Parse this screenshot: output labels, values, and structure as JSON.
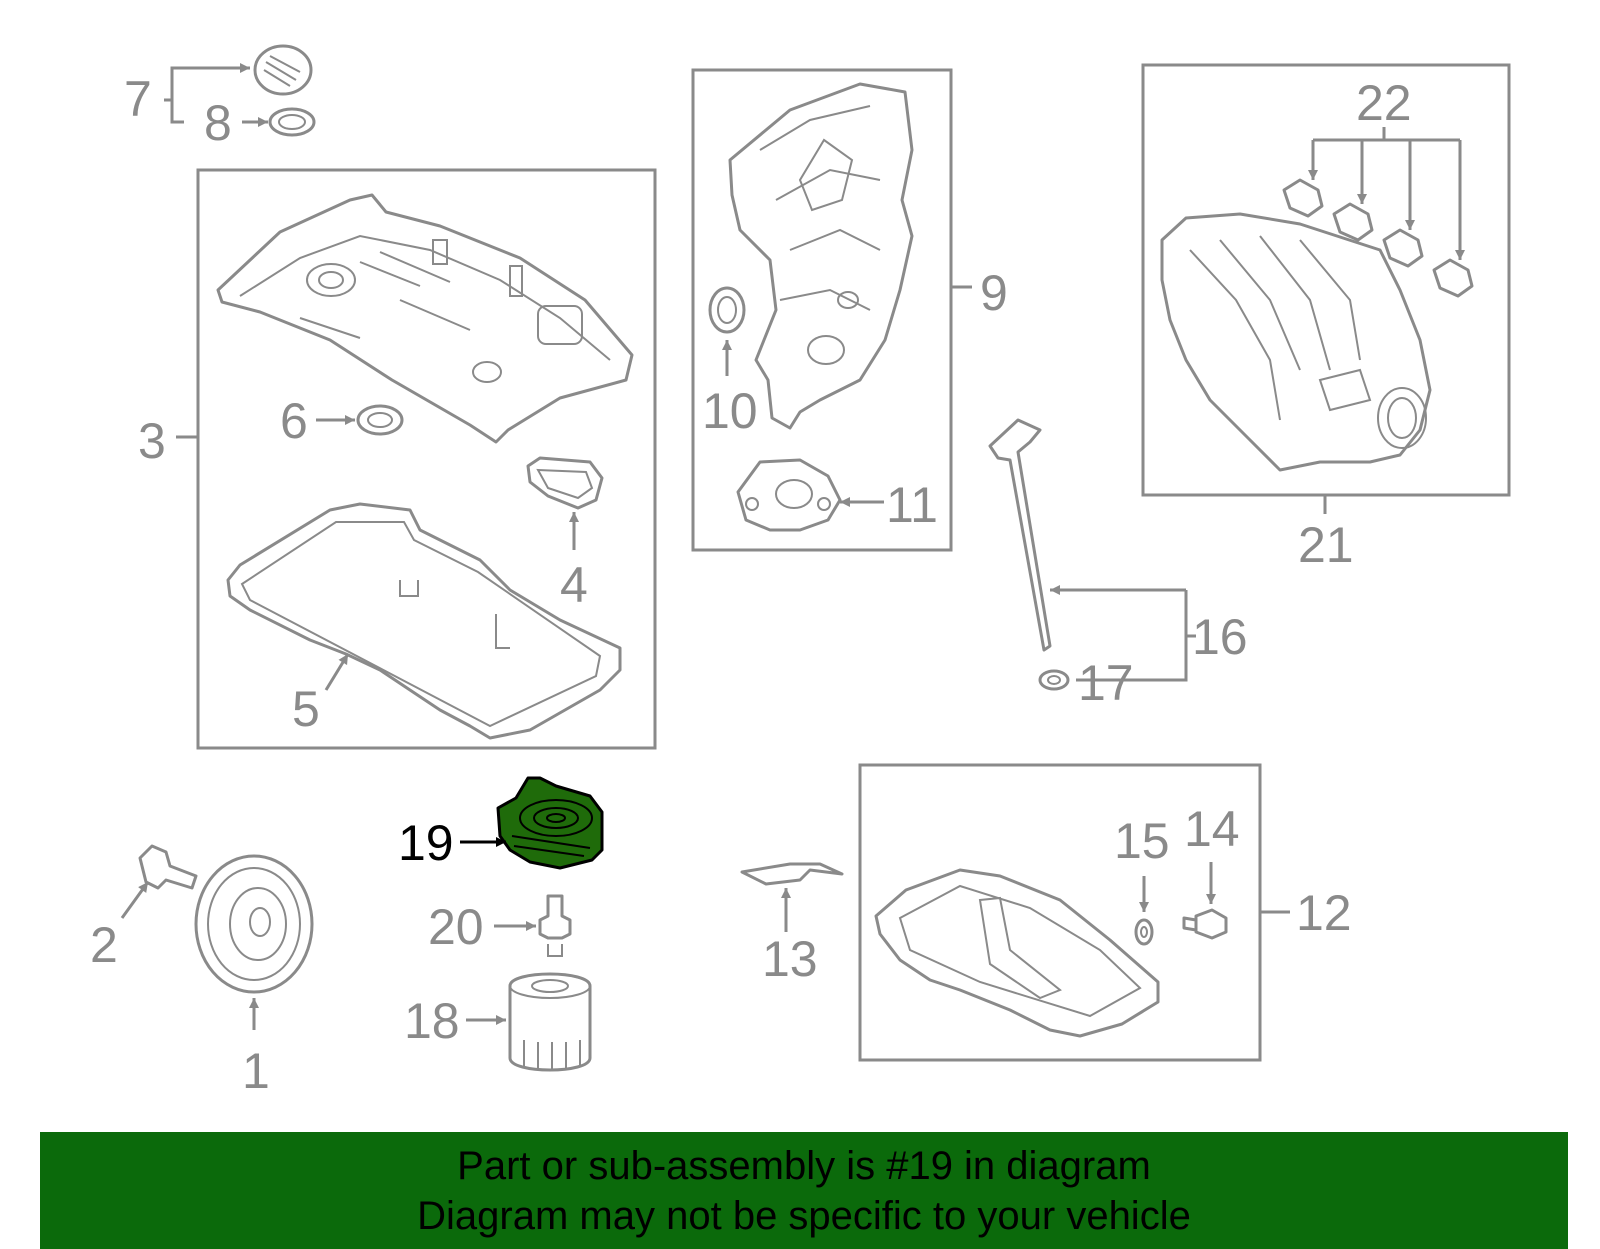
{
  "colors": {
    "line": "#8a8a8a",
    "highlight_fill": "#1f6b0a",
    "banner_bg": "#0b6a0b",
    "label_highlight": "#000000"
  },
  "labels": {
    "l1": "1",
    "l2": "2",
    "l3": "3",
    "l4": "4",
    "l5": "5",
    "l6": "6",
    "l7": "7",
    "l8": "8",
    "l9": "9",
    "l10": "10",
    "l11": "11",
    "l12": "12",
    "l13": "13",
    "l14": "14",
    "l15": "15",
    "l16": "16",
    "l17": "17",
    "l18": "18",
    "l19": "19",
    "l20": "20",
    "l21": "21",
    "l22": "22"
  },
  "banner": {
    "line1": "Part or sub-assembly is #19 in diagram",
    "line2": "Diagram may not be specific to your vehicle"
  }
}
